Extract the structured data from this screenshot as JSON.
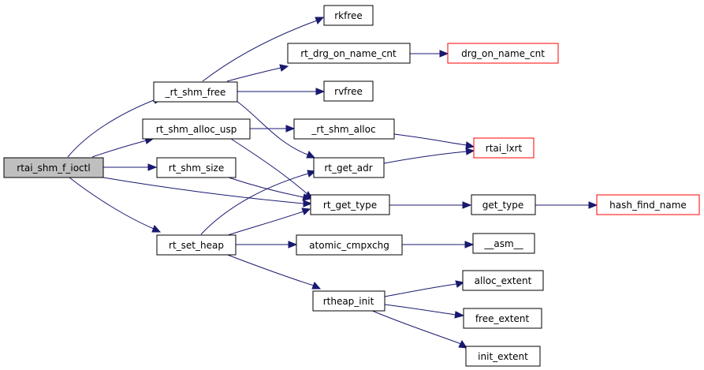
{
  "colors": {
    "edge": "#191970",
    "node_border": "#000000",
    "node_border_external": "#ff0000",
    "node_fill": "#ffffff",
    "root_fill": "#bfbfbf"
  },
  "nodes": {
    "rtai_shm_f_ioctl": "rtai_shm_f_ioctl",
    "rt_shm_free": "_rt_shm_free",
    "rt_shm_alloc_usp": "rt_shm_alloc_usp",
    "rt_shm_size": "rt_shm_size",
    "rt_set_heap": "rt_set_heap",
    "rkfree": "rkfree",
    "rt_drg_on_name_cnt": "rt_drg_on_name_cnt",
    "rvfree": "rvfree",
    "rt_shm_alloc": "_rt_shm_alloc",
    "rt_get_adr": "rt_get_adr",
    "rt_get_type": "rt_get_type",
    "atomic_cmpxchg": "atomic_cmpxchg",
    "rtheap_init": "rtheap_init",
    "drg_on_name_cnt": "drg_on_name_cnt",
    "rtai_lxrt": "rtai_lxrt",
    "get_type": "get_type",
    "asm": "__asm__",
    "alloc_extent": "alloc_extent",
    "free_extent": "free_extent",
    "init_extent": "init_extent",
    "hash_find_name": "hash_find_name"
  },
  "edges": [
    {
      "from": "rtai_shm_f_ioctl",
      "to": "rt_shm_free"
    },
    {
      "from": "rtai_shm_f_ioctl",
      "to": "rt_shm_alloc_usp"
    },
    {
      "from": "rtai_shm_f_ioctl",
      "to": "rt_shm_size"
    },
    {
      "from": "rtai_shm_f_ioctl",
      "to": "rt_get_type"
    },
    {
      "from": "rtai_shm_f_ioctl",
      "to": "rt_set_heap"
    },
    {
      "from": "rt_shm_free",
      "to": "rkfree"
    },
    {
      "from": "rt_shm_free",
      "to": "rt_drg_on_name_cnt"
    },
    {
      "from": "rt_shm_free",
      "to": "rvfree"
    },
    {
      "from": "rt_shm_free",
      "to": "rt_get_adr"
    },
    {
      "from": "rt_shm_alloc_usp",
      "to": "rt_shm_alloc"
    },
    {
      "from": "rt_shm_alloc_usp",
      "to": "rt_get_type"
    },
    {
      "from": "rt_shm_size",
      "to": "rt_get_type"
    },
    {
      "from": "rt_set_heap",
      "to": "rt_get_adr"
    },
    {
      "from": "rt_set_heap",
      "to": "rt_get_type"
    },
    {
      "from": "rt_set_heap",
      "to": "atomic_cmpxchg"
    },
    {
      "from": "rt_set_heap",
      "to": "rtheap_init"
    },
    {
      "from": "rt_drg_on_name_cnt",
      "to": "drg_on_name_cnt"
    },
    {
      "from": "rt_shm_alloc",
      "to": "rtai_lxrt"
    },
    {
      "from": "rt_get_adr",
      "to": "rtai_lxrt"
    },
    {
      "from": "rt_get_type",
      "to": "get_type"
    },
    {
      "from": "get_type",
      "to": "hash_find_name"
    },
    {
      "from": "atomic_cmpxchg",
      "to": "asm"
    },
    {
      "from": "rtheap_init",
      "to": "alloc_extent"
    },
    {
      "from": "rtheap_init",
      "to": "free_extent"
    },
    {
      "from": "rtheap_init",
      "to": "init_extent"
    }
  ]
}
